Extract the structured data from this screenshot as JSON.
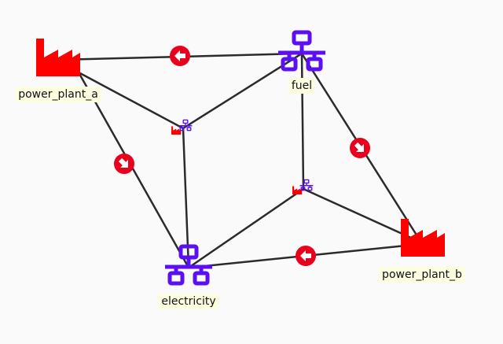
{
  "colors": {
    "background": "#fafafa",
    "edge": "#2b2b2b",
    "commodity": "#5a10f0",
    "unit": "#ff0000",
    "arrow_circle": "#e8001c",
    "label_bg": "#fdfde0"
  },
  "nodes": {
    "power_plant_a": {
      "label": "power_plant_a",
      "kind": "unit",
      "icon": "factory-icon"
    },
    "fuel": {
      "label": "fuel",
      "kind": "commodity",
      "icon": "network-icon"
    },
    "power_plant_b": {
      "label": "power_plant_b",
      "kind": "unit",
      "icon": "factory-icon"
    },
    "electricity": {
      "label": "electricity",
      "kind": "commodity",
      "icon": "network-icon"
    }
  },
  "relationship_nodes": [
    {
      "id": "rel-a",
      "icon": "factory-network-icon"
    },
    {
      "id": "rel-b",
      "icon": "factory-network-icon"
    }
  ],
  "edges": [
    [
      "power_plant_a",
      "fuel"
    ],
    [
      "power_plant_a",
      "electricity"
    ],
    [
      "fuel",
      "power_plant_b"
    ],
    [
      "fuel",
      "electricity"
    ],
    [
      "power_plant_b",
      "electricity"
    ]
  ],
  "flow_markers": [
    {
      "edge": "fuel-to-power_plant_a",
      "icon": "arrow-left-icon"
    },
    {
      "edge": "power_plant_a-to-electricity",
      "icon": "arrow-down-right-icon"
    },
    {
      "edge": "fuel-to-power_plant_b",
      "icon": "arrow-down-right-icon"
    },
    {
      "edge": "power_plant_b-to-electricity",
      "icon": "arrow-left-icon"
    }
  ]
}
